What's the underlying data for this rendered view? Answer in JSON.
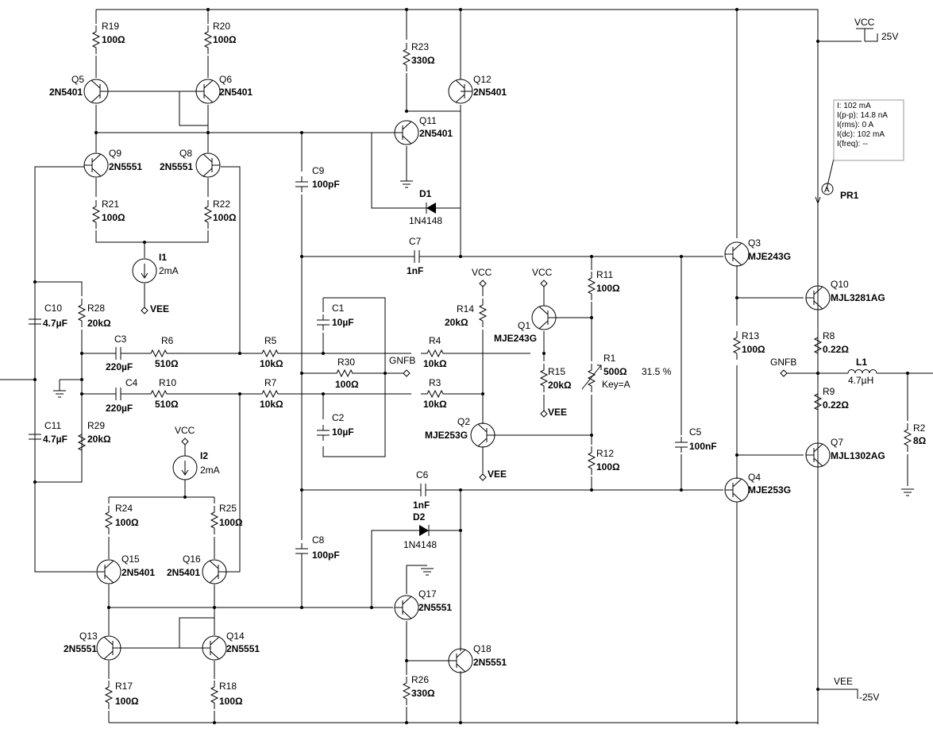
{
  "supplies": {
    "vcc_label": "VCC",
    "vcc_value": "25V",
    "vee_label": "VEE",
    "vee_value": "-25V"
  },
  "resistors": {
    "R19": {
      "ref": "R19",
      "value": "100Ω"
    },
    "R20": {
      "ref": "R20",
      "value": "100Ω"
    },
    "R23": {
      "ref": "R23",
      "value": "330Ω"
    },
    "R21": {
      "ref": "R21",
      "value": "100Ω"
    },
    "R22": {
      "ref": "R22",
      "value": "100Ω"
    },
    "R28": {
      "ref": "R28",
      "value": "20kΩ"
    },
    "R29": {
      "ref": "R29",
      "value": "20kΩ"
    },
    "R6": {
      "ref": "R6",
      "value": "510Ω"
    },
    "R10": {
      "ref": "R10",
      "value": "510Ω"
    },
    "R5": {
      "ref": "R5",
      "value": "10kΩ"
    },
    "R7": {
      "ref": "R7",
      "value": "10kΩ"
    },
    "R30": {
      "ref": "R30",
      "value": "100Ω"
    },
    "R4": {
      "ref": "R4",
      "value": "10kΩ"
    },
    "R3": {
      "ref": "R3",
      "value": "10kΩ"
    },
    "R14": {
      "ref": "R14",
      "value": "20kΩ"
    },
    "R15": {
      "ref": "R15",
      "value": "20kΩ"
    },
    "R11": {
      "ref": "R11",
      "value": "100Ω"
    },
    "R12": {
      "ref": "R12",
      "value": "100Ω"
    },
    "R13": {
      "ref": "R13",
      "value": "100Ω"
    },
    "R8": {
      "ref": "R8",
      "value": "0.22Ω"
    },
    "R9": {
      "ref": "R9",
      "value": "0.22Ω"
    },
    "R2": {
      "ref": "R2",
      "value": "8Ω"
    },
    "R24": {
      "ref": "R24",
      "value": "100Ω"
    },
    "R25": {
      "ref": "R25",
      "value": "100Ω"
    },
    "R17": {
      "ref": "R17",
      "value": "100Ω"
    },
    "R18": {
      "ref": "R18",
      "value": "100Ω"
    },
    "R26": {
      "ref": "R26",
      "value": "330Ω"
    }
  },
  "pot": {
    "ref": "R1",
    "value": "500Ω",
    "setting": "31.5 %",
    "key": "Key=A"
  },
  "capacitors": {
    "C9": {
      "ref": "C9",
      "value": "100pF"
    },
    "C8": {
      "ref": "C8",
      "value": "100pF"
    },
    "C7": {
      "ref": "C7",
      "value": "1nF"
    },
    "C6": {
      "ref": "C6",
      "value": "1nF"
    },
    "C10": {
      "ref": "C10",
      "value": "4.7µF"
    },
    "C11": {
      "ref": "C11",
      "value": "4.7µF"
    },
    "C3": {
      "ref": "C3",
      "value": "220µF"
    },
    "C4": {
      "ref": "C4",
      "value": "220µF"
    },
    "C1": {
      "ref": "C1",
      "value": "10µF"
    },
    "C2": {
      "ref": "C2",
      "value": "10µF"
    },
    "C5": {
      "ref": "C5",
      "value": "100nF"
    }
  },
  "transistors": {
    "Q5": {
      "ref": "Q5",
      "part": "2N5401"
    },
    "Q6": {
      "ref": "Q6",
      "part": "2N5401"
    },
    "Q9": {
      "ref": "Q9",
      "part": "2N5551"
    },
    "Q8": {
      "ref": "Q8",
      "part": "2N5551"
    },
    "Q11": {
      "ref": "Q11",
      "part": "2N5401"
    },
    "Q12": {
      "ref": "Q12",
      "part": "2N5401"
    },
    "Q1": {
      "ref": "Q1",
      "part": "MJE243G"
    },
    "Q2": {
      "ref": "Q2",
      "part": "MJE253G"
    },
    "Q3": {
      "ref": "Q3",
      "part": "MJE243G"
    },
    "Q4": {
      "ref": "Q4",
      "part": "MJE253G"
    },
    "Q10": {
      "ref": "Q10",
      "part": "MJL3281AG"
    },
    "Q7": {
      "ref": "Q7",
      "part": "MJL1302AG"
    },
    "Q15": {
      "ref": "Q15",
      "part": "2N5401"
    },
    "Q16": {
      "ref": "Q16",
      "part": "2N5401"
    },
    "Q13": {
      "ref": "Q13",
      "part": "2N5551"
    },
    "Q14": {
      "ref": "Q14",
      "part": "2N5551"
    },
    "Q17": {
      "ref": "Q17",
      "part": "2N5551"
    },
    "Q18": {
      "ref": "Q18",
      "part": "2N5551"
    }
  },
  "diodes": {
    "D1": {
      "ref": "D1",
      "part": "1N4148"
    },
    "D2": {
      "ref": "D2",
      "part": "1N4148"
    }
  },
  "sources": {
    "I1": {
      "ref": "I1",
      "value": "2mA"
    },
    "I2": {
      "ref": "I2",
      "value": "2mA"
    }
  },
  "inductor": {
    "ref": "L1",
    "value": "4.7µH"
  },
  "nets": {
    "vcc": "VCC",
    "vee": "VEE",
    "gnfb": "GNFB"
  },
  "probe": {
    "ref": "PR1",
    "symbol": "A",
    "readings": [
      "I: 102 mA",
      "I(p-p): 14.8 nA",
      "I(rms): 0 A",
      "I(dc): 102 mA",
      "I(freq): --"
    ]
  }
}
